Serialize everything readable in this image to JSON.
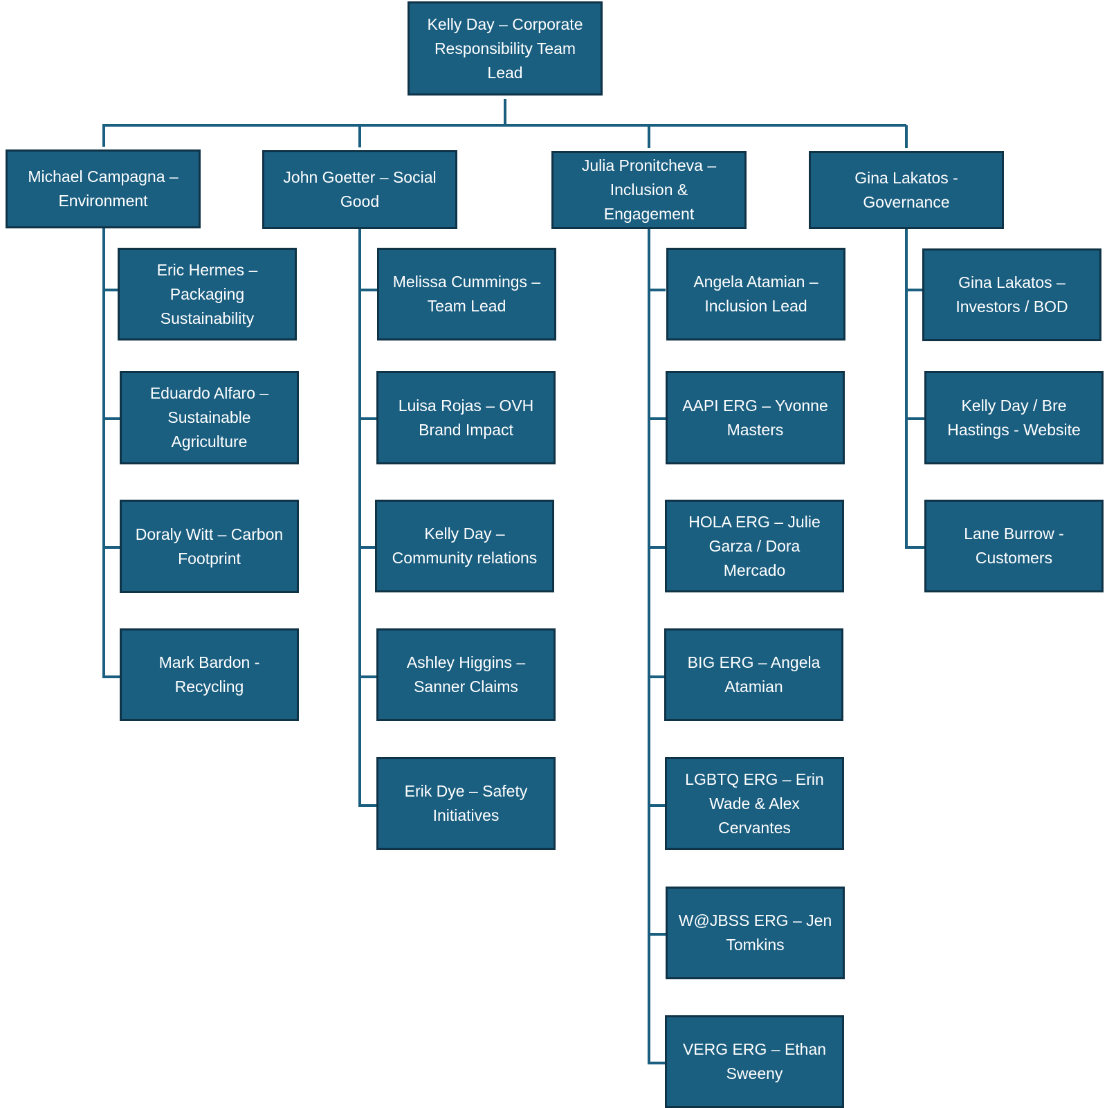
{
  "colors": {
    "box_fill": "#1a5e80",
    "box_border": "#0f3347",
    "connector": "#1a5e80",
    "text": "#ffffff"
  },
  "root": {
    "label": "Kelly Day – Corporate Responsibility Team Lead"
  },
  "departments": [
    {
      "label": "Michael Campagna – Environment",
      "members": [
        "Eric Hermes – Packaging Sustainability",
        "Eduardo Alfaro – Sustainable Agriculture",
        "Doraly Witt – Carbon Footprint",
        "Mark Bardon - Recycling"
      ]
    },
    {
      "label": "John Goetter – Social Good",
      "members": [
        "Melissa Cummings – Team Lead",
        "Luisa Rojas – OVH Brand Impact",
        "Kelly Day – Community relations",
        "Ashley Higgins – Sanner Claims",
        "Erik Dye – Safety Initiatives"
      ]
    },
    {
      "label": "Julia Pronitcheva – Inclusion & Engagement",
      "members": [
        "Angela Atamian – Inclusion Lead",
        "AAPI ERG – Yvonne Masters",
        "HOLA ERG – Julie Garza / Dora Mercado",
        "BIG ERG – Angela Atamian",
        "LGBTQ ERG – Erin Wade & Alex Cervantes",
        "W@JBSS ERG – Jen Tomkins",
        "VERG ERG – Ethan Sweeny"
      ]
    },
    {
      "label": "Gina Lakatos - Governance",
      "members": [
        "Gina Lakatos – Investors / BOD",
        "Kelly Day / Bre Hastings - Website",
        "Lane Burrow - Customers"
      ]
    }
  ]
}
